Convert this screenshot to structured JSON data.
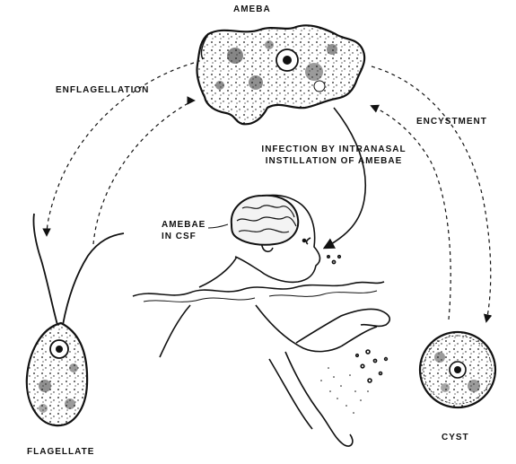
{
  "labels": {
    "ameba": "AMEBA",
    "enflagellation": "ENFLAGELLATION",
    "encystment": "ENCYSTMENT",
    "infection_line1": "INFECTION BY INTRANASAL",
    "infection_line2": "INSTILLATION OF AMEBAE",
    "amebae_csf_line1": "AMEBAE",
    "amebae_csf_line2": "IN CSF",
    "flagellate": "FLAGELLATE",
    "cyst": "CYST"
  },
  "colors": {
    "ink": "#111111",
    "background": "#ffffff"
  }
}
